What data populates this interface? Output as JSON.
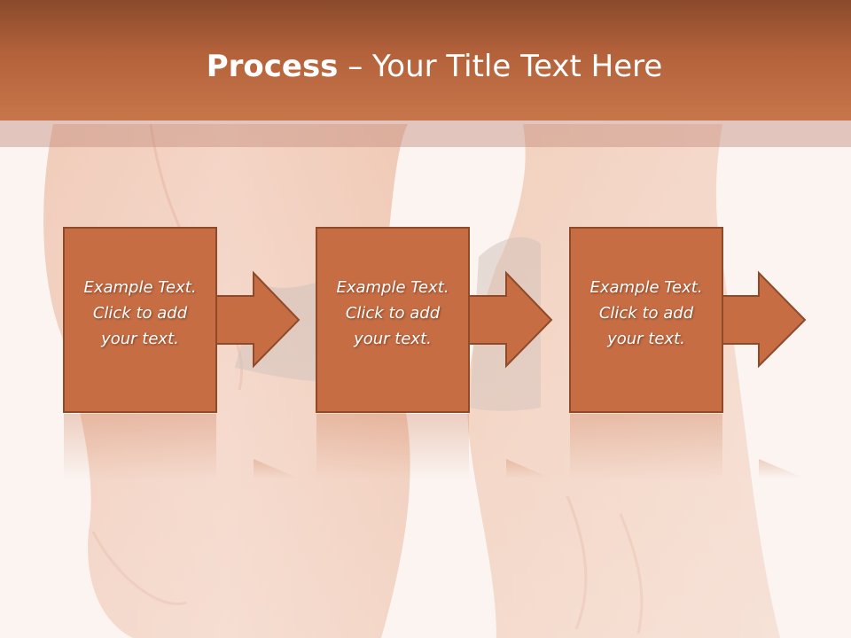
{
  "title": {
    "bold": "Process",
    "rest": " – Your Title Text Here"
  },
  "steps": [
    {
      "lines": [
        "Example Text.",
        "Click  to add",
        "your text."
      ]
    },
    {
      "lines": [
        "Example Text.",
        "Click  to add",
        "your text."
      ]
    },
    {
      "lines": [
        "Example Text.",
        "Click  to add",
        "your text."
      ]
    }
  ],
  "colors": {
    "header": "#c06a41",
    "box_fill": "#c66d44",
    "box_border": "#8f4a2a",
    "background": "#fbf4f1"
  }
}
